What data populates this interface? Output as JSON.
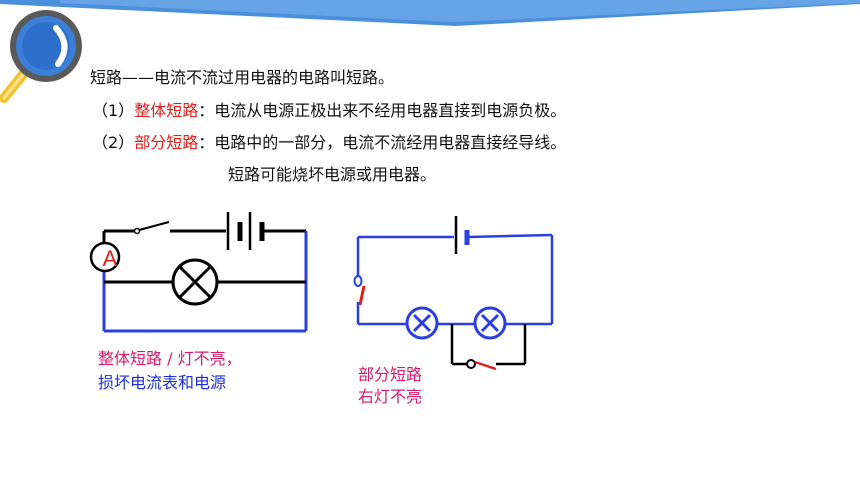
{
  "slide": {
    "line1": "短路——电流不流过用电器的电路叫短路。",
    "item1": {
      "num": "（1）",
      "term": "整体短路",
      "colon": "：",
      "desc": "电流从电源正极出来不经用电器直接到电源负极。"
    },
    "item2": {
      "num": "（2）",
      "term": "部分短路",
      "colon": "：",
      "desc": "电路中的一部分，电流不流经用电器直接经导线。"
    },
    "line4": "短路可能烧坏电源或用电器。"
  },
  "diagram_left": {
    "ammeter_label": "A",
    "caption_line1": "整体短路 / 灯不亮，",
    "caption_line2": "损坏电流表和电源"
  },
  "diagram_right": {
    "caption_line1": "部分短路",
    "caption_line2": "右灯不亮"
  },
  "colors": {
    "banner": "#4a8fdc",
    "red_term": "#e0201a",
    "caption_pink": "#d9196b",
    "caption_blue": "#1a2ee0",
    "wire_blue": "#2a3fe0"
  }
}
